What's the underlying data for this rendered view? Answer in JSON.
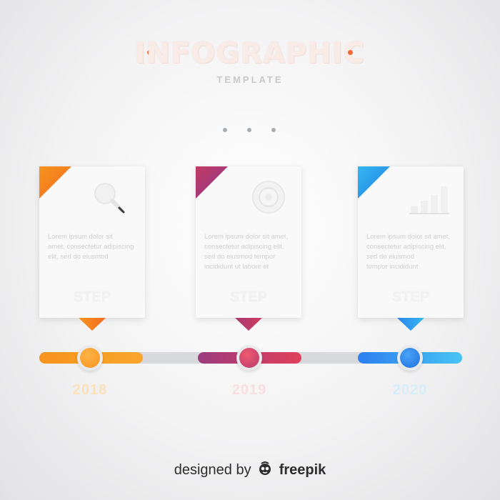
{
  "header": {
    "title": "INFOGRAPHIC",
    "subtitle": "TEMPLATE",
    "accent_color": "#f06a3b"
  },
  "cards": [
    {
      "heading": "",
      "text": "Lorem ipsum dolor sit\namet, consectetur adipiscing\nelit, sed do eiusmod",
      "step": "STEP",
      "icon": "magnifier-icon",
      "color_start": "#f7931e",
      "color_end": "#f37021"
    },
    {
      "heading": "",
      "text": "Lorem ipsum dolor sit amet,\nconsectetur adipiscing elit,\nsed do eiusmod tempor\nincididunt ut labore et",
      "step": "STEP",
      "icon": "target-icon",
      "color_start": "#c13a63",
      "color_end": "#8e3a8c"
    },
    {
      "heading": "",
      "text": "Lorem ipsum dolor sit amet,\nconsectetur adipiscing elit,\nsed do eiusmod\ntempor incididunt",
      "step": "STEP",
      "icon": "bar-chart-icon",
      "color_start": "#2d9cf0",
      "color_end": "#1f6fd8"
    }
  ],
  "timeline": [
    {
      "year": "2018",
      "color_start": "#f7941d",
      "color_end": "#f8a72a",
      "year_color": "#fbe0b8"
    },
    {
      "year": "2019",
      "color_start": "#9c3b7f",
      "color_end": "#e0405a",
      "year_color": "#f8dfe3"
    },
    {
      "year": "2020",
      "color_start": "#2e7ff0",
      "color_end": "#47c4f5",
      "year_color": "#d6eefa"
    }
  ],
  "footer": {
    "prefix": "designed by",
    "brand": "freepik",
    "icon": "freepik-logo-icon"
  }
}
